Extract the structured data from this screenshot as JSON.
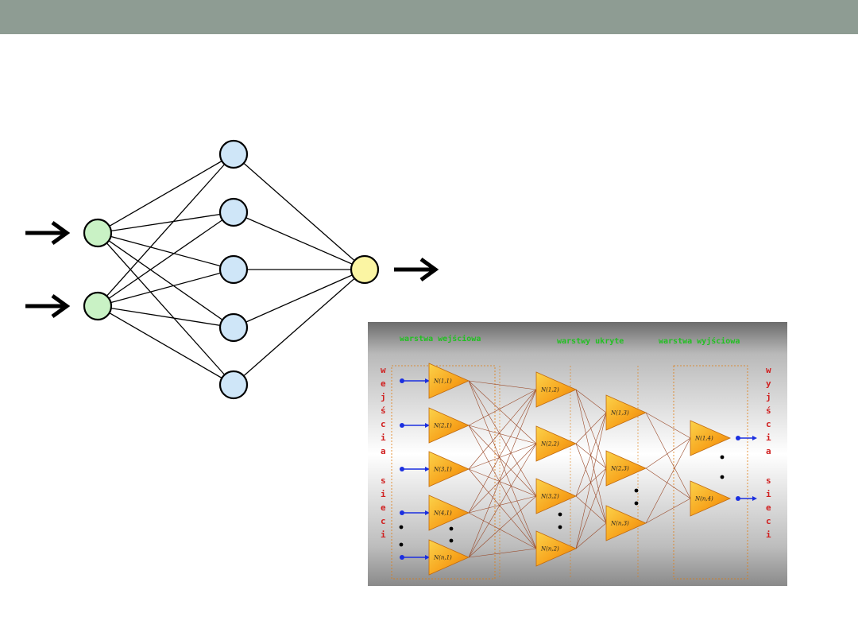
{
  "colors": {
    "top_bar": "#8e9c93",
    "input_node": "#c9f2c5",
    "hidden_node": "#cfe6f8",
    "output_node": "#fbf5a3",
    "neuron_fill": "#f7a21b",
    "header_text": "#22c022",
    "side_text": "#d02020",
    "input_arrow": "#1b2fe0"
  },
  "simple_network": {
    "input_arrow_icon": "right-arrow-icon",
    "output_arrow_icon": "right-arrow-icon",
    "layers": {
      "input": 2,
      "hidden": 5,
      "output": 1
    }
  },
  "figure": {
    "headers": {
      "input_layer": "warstwa wejściowa",
      "hidden_layers": "warstwy ukryte",
      "output_layer": "warstwa wyjściowa"
    },
    "left_side_letters": [
      "w",
      "e",
      "j",
      "ś",
      "c",
      "i",
      "a",
      "",
      "s",
      "i",
      "e",
      "c",
      "i"
    ],
    "right_side_letters": [
      "w",
      "y",
      "j",
      "ś",
      "c",
      "i",
      "a",
      "",
      "s",
      "i",
      "e",
      "c",
      "i"
    ],
    "neuron_labels": {
      "layer1": [
        "N(1,1)",
        "N(2,1)",
        "N(3,1)",
        "N(4,1)",
        "N(n,1)"
      ],
      "layer2": [
        "N(1,2)",
        "N(2,2)",
        "N(3,2)",
        "N(n,2)"
      ],
      "layer3": [
        "N(1,3)",
        "N(2,3)",
        "N(n,3)"
      ],
      "layer4": [
        "N(1,4)",
        "N(n,4)"
      ]
    }
  }
}
